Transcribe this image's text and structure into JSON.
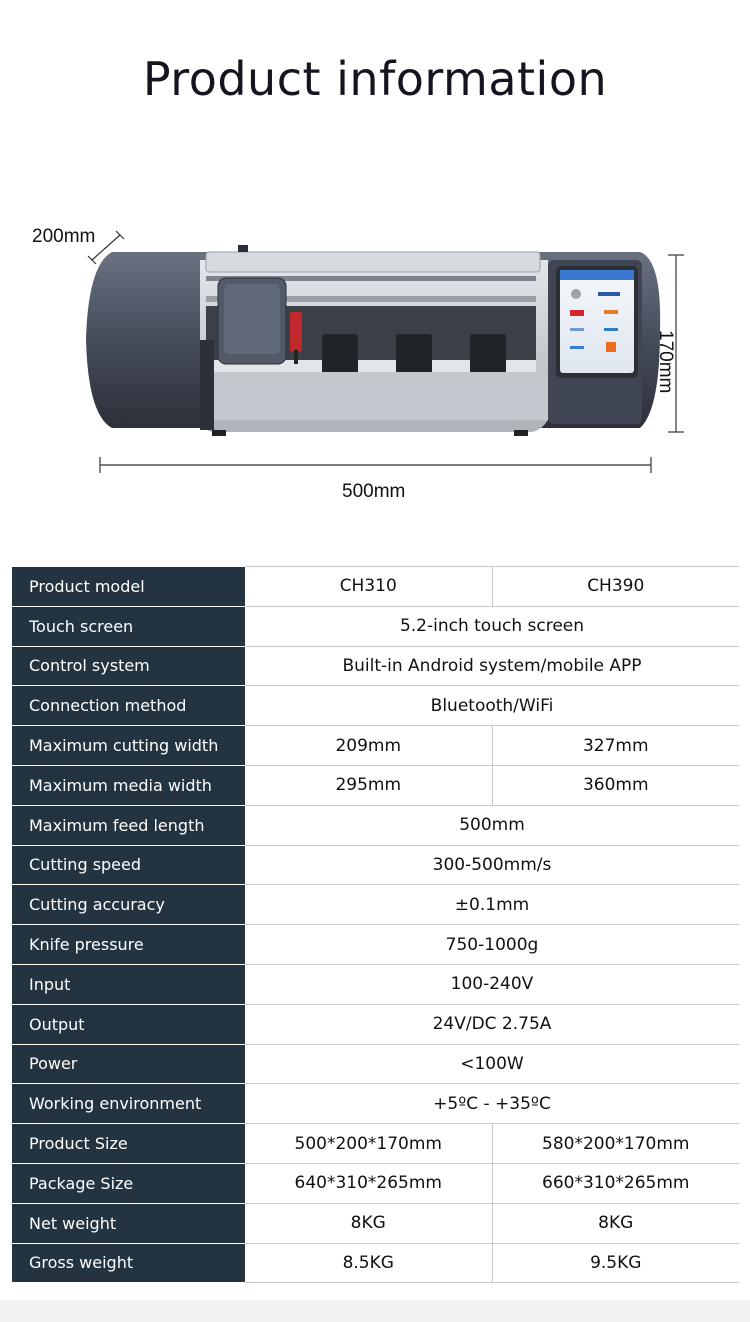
{
  "title": "Product information",
  "dimensions": {
    "depth": "200mm",
    "width": "500mm",
    "height": "170mm"
  },
  "specs": [
    {
      "label": "Product model",
      "values": [
        "CH310",
        "CH390"
      ]
    },
    {
      "label": "Touch screen",
      "values": [
        "5.2-inch touch screen"
      ]
    },
    {
      "label": "Control system",
      "values": [
        "Built-in Android system/mobile APP"
      ]
    },
    {
      "label": "Connection method",
      "values": [
        "Bluetooth/WiFi"
      ]
    },
    {
      "label": "Maximum cutting width",
      "values": [
        "209mm",
        "327mm"
      ]
    },
    {
      "label": "Maximum media width",
      "values": [
        "295mm",
        "360mm"
      ]
    },
    {
      "label": "Maximum feed length",
      "values": [
        "500mm"
      ]
    },
    {
      "label": "Cutting speed",
      "values": [
        "300-500mm/s"
      ]
    },
    {
      "label": "Cutting accuracy",
      "values": [
        "±0.1mm"
      ]
    },
    {
      "label": "Knife pressure",
      "values": [
        "750-1000g"
      ]
    },
    {
      "label": "Input",
      "values": [
        "100-240V"
      ]
    },
    {
      "label": "Output",
      "values": [
        "24V/DC 2.75A"
      ]
    },
    {
      "label": "Power",
      "values": [
        "<100W"
      ]
    },
    {
      "label": "Working environment",
      "values": [
        "+5ºC - +35ºC"
      ]
    },
    {
      "label": "Product Size",
      "values": [
        "500*200*170mm",
        "580*200*170mm"
      ]
    },
    {
      "label": "Package Size",
      "values": [
        "640*310*265mm",
        "660*310*265mm"
      ]
    },
    {
      "label": "Net weight",
      "values": [
        "8KG",
        "8KG"
      ]
    },
    {
      "label": "Gross weight",
      "values": [
        "8.5KG",
        "9.5KG"
      ]
    }
  ],
  "colors": {
    "label_bg": "#233340",
    "machine_body": "#4a5160",
    "machine_silver": "#c9cdd3"
  }
}
